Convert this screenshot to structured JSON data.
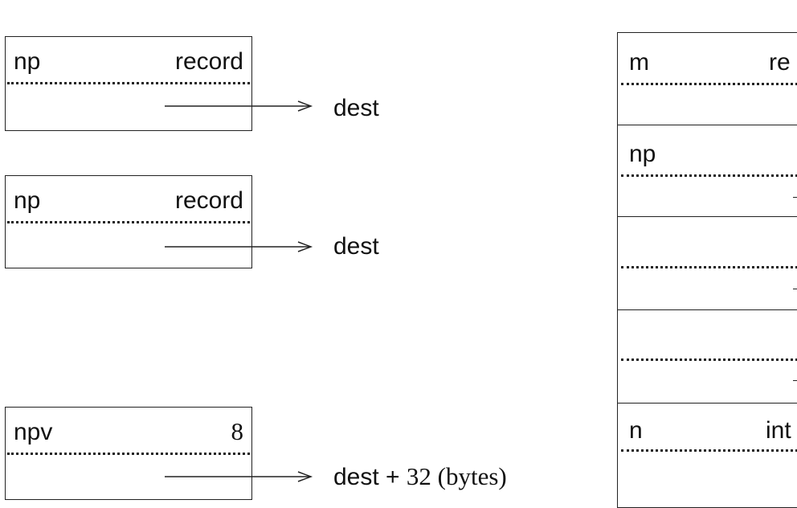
{
  "left_boxes": [
    {
      "name": "np",
      "type": "record",
      "target": "dest"
    },
    {
      "name": "np",
      "type": "record",
      "target": "dest"
    },
    {
      "name": "npv",
      "type": "8",
      "target_prefix": "dest +",
      "target_offset": "32 (bytes)"
    }
  ],
  "right_panel": {
    "rows": [
      {
        "name": "m",
        "type": "re"
      },
      {
        "name": "np",
        "type": ""
      },
      {
        "name": "",
        "type": ""
      },
      {
        "name": "",
        "type": ""
      },
      {
        "name": "n",
        "type": "int"
      }
    ]
  }
}
